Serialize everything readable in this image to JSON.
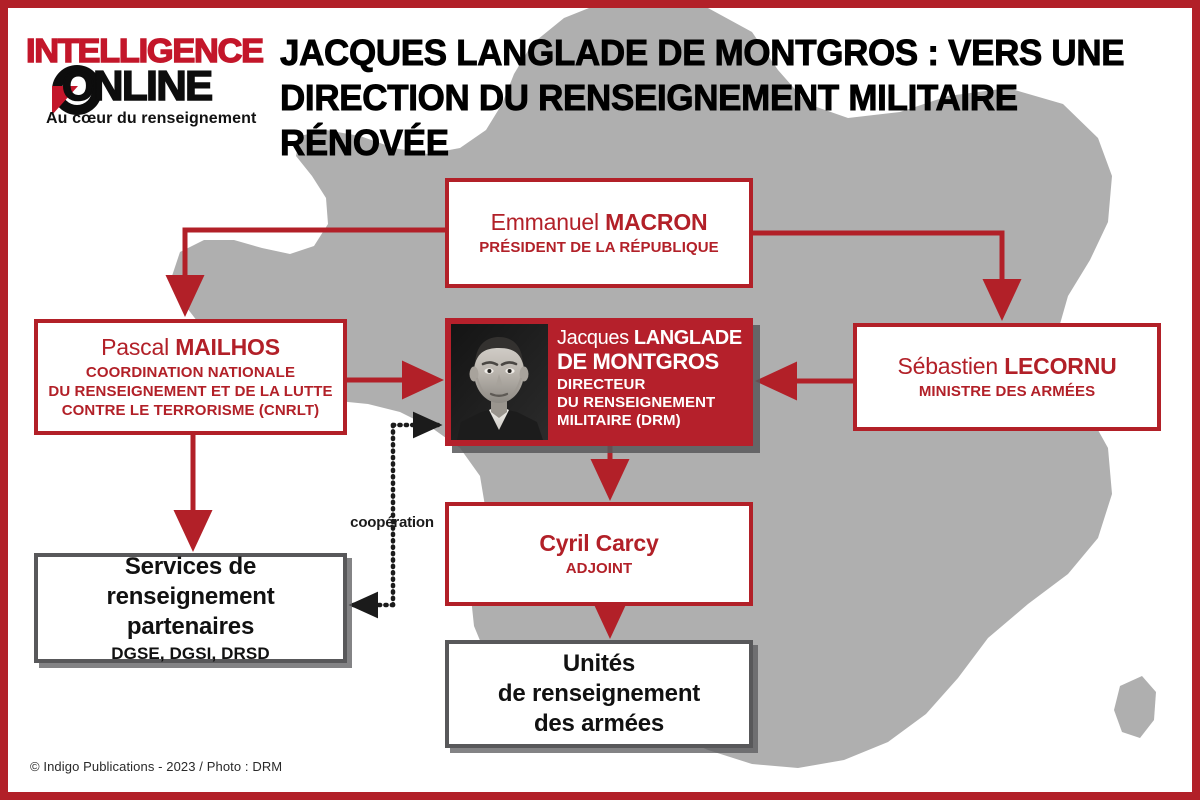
{
  "brand": {
    "logo_line1": "INTELLIGENCE",
    "logo_line2": "ONLINE",
    "tagline": "Au cœur du renseignement"
  },
  "headline": "JACQUES LANGLADE DE MONTGROS : VERS UNE DIRECTION DU RENSEIGNEMENT MILITAIRE RÉNOVÉE",
  "background": {
    "shape": "france-map-silhouette",
    "color": "#AFAFAF"
  },
  "colors": {
    "brand_red": "#B22028",
    "card_red": "#B5202B",
    "logo_red": "#C3162A",
    "dark_gray": "#58585A",
    "map_gray": "#AFAFAF",
    "black": "#111111",
    "white": "#FFFFFF"
  },
  "org_chart": {
    "nodes": [
      {
        "id": "macron",
        "name": "Emmanuel MACRON",
        "name_light": "Emmanuel",
        "name_bold": "MACRON",
        "subtitle": "PRÉSIDENT DE LA RÉPUBLIQUE",
        "style": "white-red-border"
      },
      {
        "id": "mailhos",
        "name": "Pascal MAILHOS",
        "name_light": "Pascal",
        "name_bold": "MAILHOS",
        "subtitle_line1": "COORDINATION NATIONALE",
        "subtitle_line2": "DU RENSEIGNEMENT ET DE LA LUTTE",
        "subtitle_line3": "CONTRE LE TERRORISME (CNRLT)",
        "style": "white-red-border"
      },
      {
        "id": "langlade",
        "name_line1_light": "Jacques",
        "name_line1_bold": "LANGLADE",
        "name_line2": "DE MONTGROS",
        "role_line1": "DIRECTEUR",
        "role_line2": "DU RENSEIGNEMENT",
        "role_line3": "MILITAIRE (DRM)",
        "style": "red-card-with-photo",
        "photo": "portrait-black-and-white"
      },
      {
        "id": "lecornu",
        "name": "Sébastien LECORNU",
        "name_light": "Sébastien",
        "name_bold": "LECORNU",
        "subtitle": "MINISTRE DES ARMÉES",
        "style": "white-red-border"
      },
      {
        "id": "services",
        "title_line1": "Services de renseignement",
        "title_line2": "partenaires",
        "subtitle": "DGSE, DGSI, DRSD",
        "style": "white-gray-border"
      },
      {
        "id": "carcy",
        "name": "Cyril Carcy",
        "subtitle": "ADJOINT",
        "style": "white-red-border"
      },
      {
        "id": "unites",
        "title_line1": "Unités",
        "title_line2": "de renseignement",
        "title_line3": "des armées",
        "style": "white-gray-border"
      }
    ],
    "edges": [
      {
        "from": "macron",
        "to": "mailhos",
        "type": "solid-red-arrow"
      },
      {
        "from": "macron",
        "to": "lecornu",
        "type": "solid-red-arrow"
      },
      {
        "from": "mailhos",
        "to": "langlade",
        "type": "solid-red-arrow"
      },
      {
        "from": "lecornu",
        "to": "langlade",
        "type": "solid-red-arrow"
      },
      {
        "from": "mailhos",
        "to": "services",
        "type": "solid-red-arrow"
      },
      {
        "from": "langlade",
        "to": "carcy",
        "type": "solid-red-arrow"
      },
      {
        "from": "carcy",
        "to": "unites",
        "type": "solid-red-arrow"
      },
      {
        "from": "services",
        "to": "langlade",
        "type": "dotted-black-double-arrow",
        "label": "coopération"
      }
    ],
    "coop_label": "coopération"
  },
  "footer": {
    "credit": "© Indigo Publications - 2023 / Photo : DRM"
  }
}
